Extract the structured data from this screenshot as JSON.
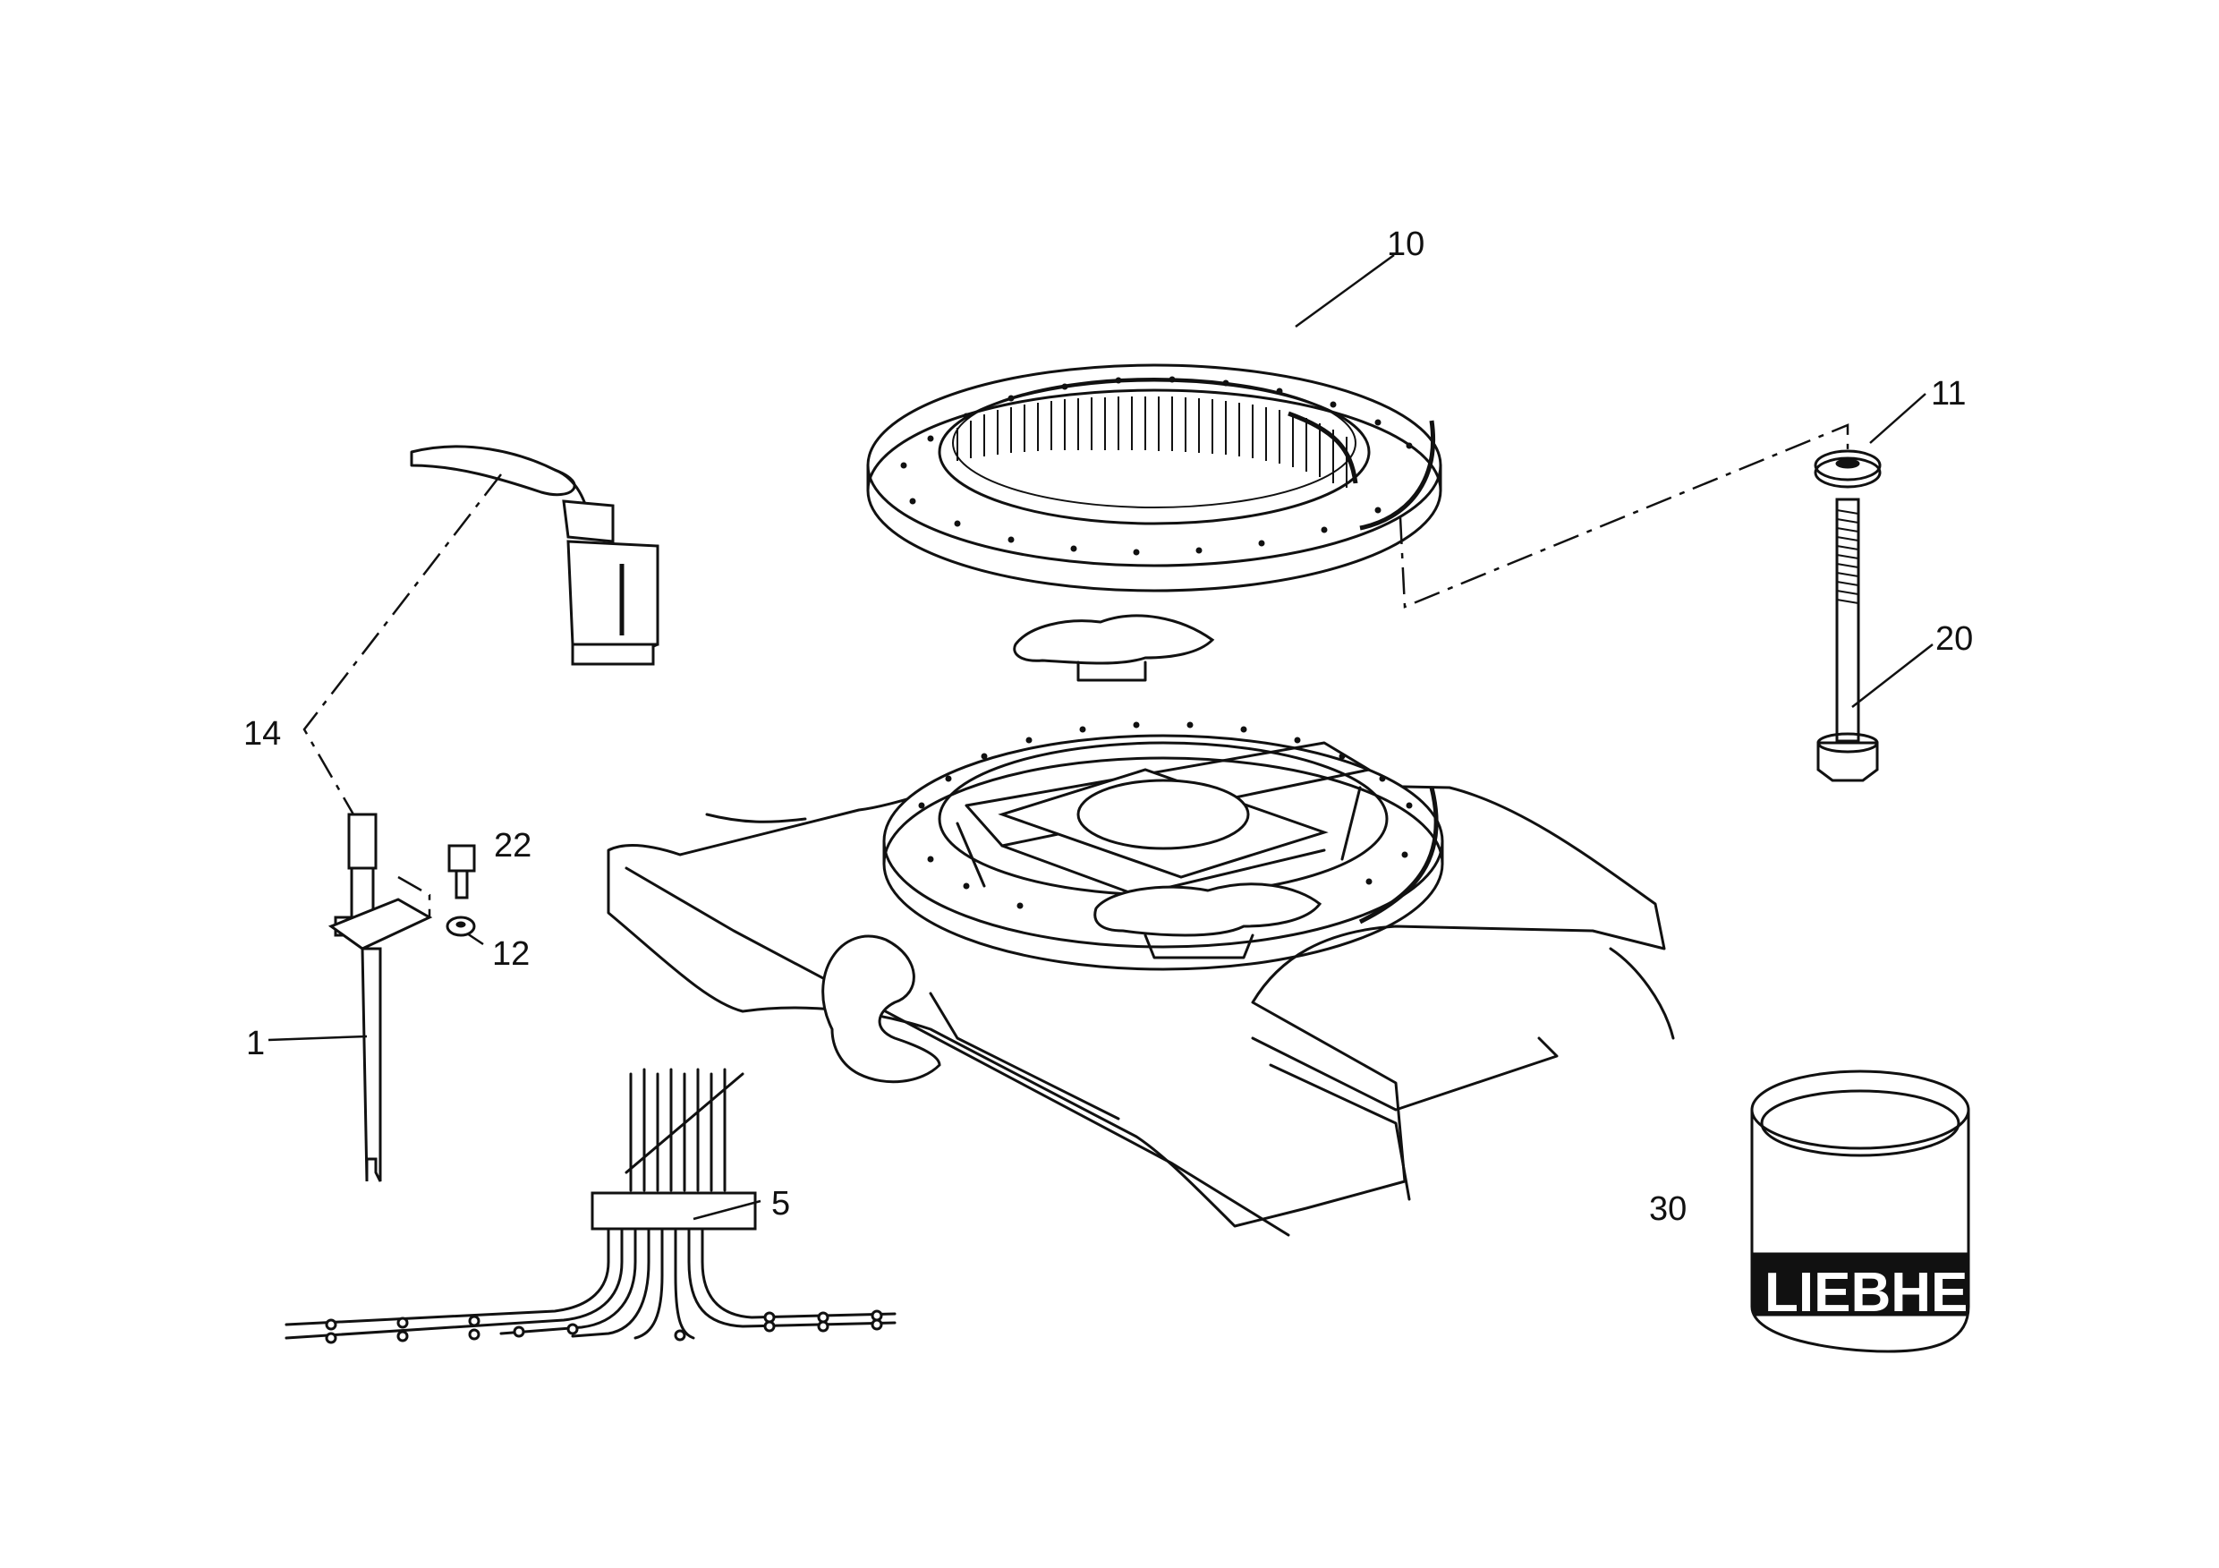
{
  "callouts": {
    "c10": "10",
    "c11": "11",
    "c20": "20",
    "c14": "14",
    "c22": "22",
    "c12": "12",
    "c1": "1",
    "c5": "5",
    "c30": "30"
  },
  "can_label": "LIEBHER"
}
